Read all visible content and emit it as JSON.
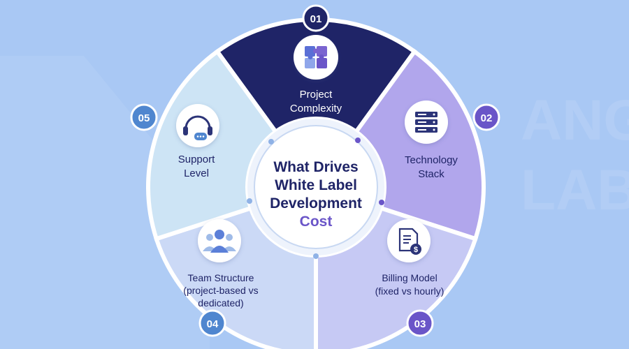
{
  "center": {
    "title_lines": [
      "What Drives",
      "White Label",
      "Development",
      "Cost"
    ]
  },
  "segments": [
    {
      "number": "01",
      "label_lines": [
        "Project",
        "Complexity"
      ],
      "icon": "puzzle-icon"
    },
    {
      "number": "02",
      "label_lines": [
        "Technology",
        "Stack"
      ],
      "icon": "server-stack-icon"
    },
    {
      "number": "03",
      "label_lines": [
        "Billing Model",
        "(fixed vs hourly)"
      ],
      "icon": "invoice-dollar-icon"
    },
    {
      "number": "04",
      "label_lines": [
        "Team Structure",
        "(project-based vs",
        "dedicated)"
      ],
      "icon": "team-people-icon"
    },
    {
      "number": "05",
      "label_lines": [
        "Support",
        "Level"
      ],
      "icon": "headset-icon"
    }
  ],
  "watermark": {
    "lines": [
      "ANG",
      "LAB"
    ]
  },
  "colors": {
    "background": "#a9c8f4",
    "seg1": "#1f2467",
    "seg2": "#b1a6ec",
    "seg3": "#c6c9f4",
    "seg4": "#cbd9f6",
    "seg5": "#cde4f5",
    "center": "#ffffff",
    "title_dark": "#1f2467",
    "title_accent": "#6a55c8",
    "badge1": "#1f2467",
    "badge2": "#6a55c8",
    "badge3": "#6a55c8",
    "badge4": "#4f86cf",
    "badge5": "#4f86cf"
  }
}
